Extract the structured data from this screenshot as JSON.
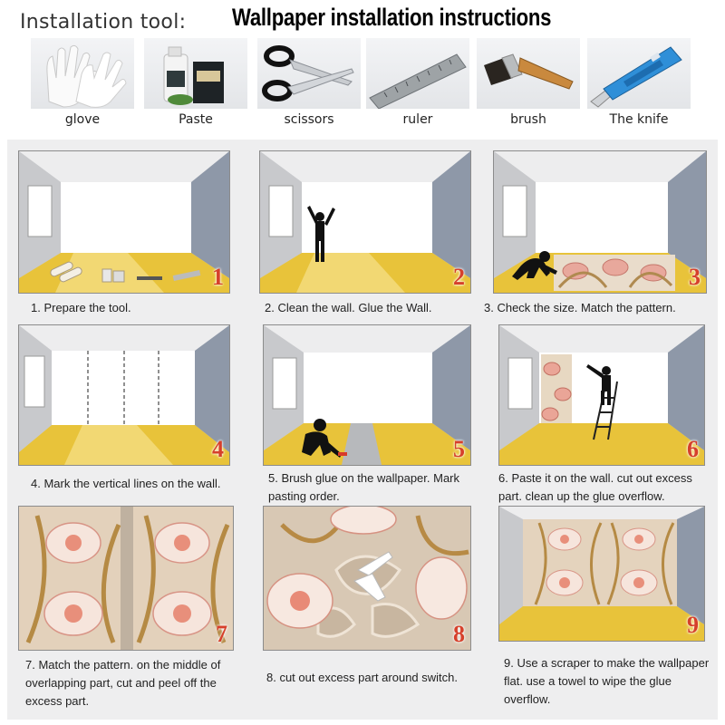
{
  "header": {
    "tools_heading": "Installation tool:",
    "title": "Wallpaper installation instructions"
  },
  "tools": [
    {
      "label": "glove",
      "icon": "glove-icon"
    },
    {
      "label": "Paste",
      "icon": "paste-icon"
    },
    {
      "label": "scissors",
      "icon": "scissors-icon"
    },
    {
      "label": "ruler",
      "icon": "ruler-icon"
    },
    {
      "label": "brush",
      "icon": "brush-icon"
    },
    {
      "label": "The knife",
      "icon": "knife-icon"
    }
  ],
  "steps": [
    {
      "number": "1",
      "caption": "1. Prepare the tool."
    },
    {
      "number": "2",
      "caption": "2. Clean the wall. Glue the Wall."
    },
    {
      "number": "3",
      "caption": "3. Check the size. Match the pattern."
    },
    {
      "number": "4",
      "caption": "4. Mark the vertical lines on the wall."
    },
    {
      "number": "5",
      "caption": "5. Brush glue on the wallpaper. Mark pasting order."
    },
    {
      "number": "6",
      "caption": "6. Paste it on the wall. cut out excess part. clean up the glue overflow."
    },
    {
      "number": "7",
      "caption": "7. Match the pattern. on the middle of overlapping part, cut and peel off the excess part."
    },
    {
      "number": "8",
      "caption": "8. cut out excess part around switch."
    },
    {
      "number": "9",
      "caption": "9. Use a scraper to make the wallpaper flat. use a towel to wipe the glue overflow."
    }
  ],
  "colors": {
    "step_number": "#d6402b",
    "floor": "#e8c33a",
    "wall": "#d2d3d6",
    "panel_bg": "#eeeeef"
  }
}
